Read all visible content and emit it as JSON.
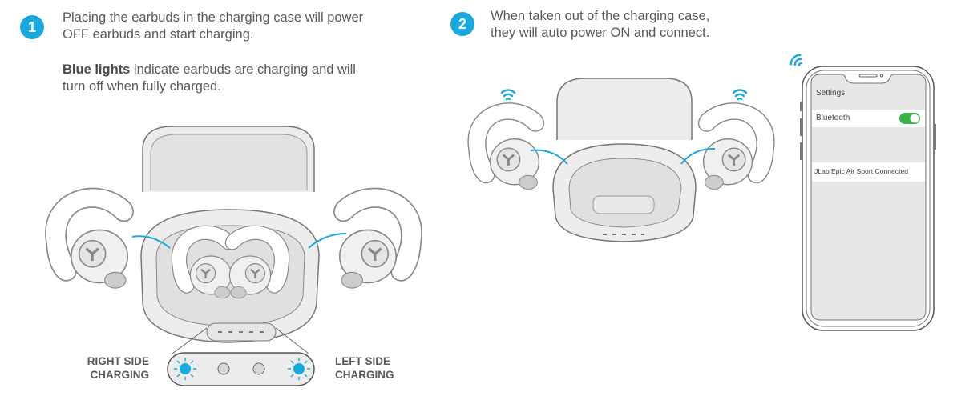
{
  "step1": {
    "number": "1",
    "line1": "Placing the earbuds in the charging case will power",
    "line2": "OFF earbuds and start charging.",
    "note_bold": "Blue lights",
    "note_line1_rest": " indicate earbuds are charging and will",
    "note_line2": "turn off when fully charged.",
    "right_label_1": "RIGHT SIDE",
    "right_label_2": "CHARGING",
    "left_label_1": "LEFT SIDE",
    "left_label_2": "CHARGING"
  },
  "step2": {
    "number": "2",
    "line1": "When taken out of the charging case,",
    "line2": "they will auto power ON and connect."
  },
  "phone": {
    "settings": "Settings",
    "bluetooth": "Bluetooth",
    "bluetooth_on": true,
    "connected": "JLab Epic Air Sport Connected"
  },
  "colors": {
    "accent": "#1aa9dc",
    "toggle": "#3bb54a",
    "text": "#58595b"
  }
}
